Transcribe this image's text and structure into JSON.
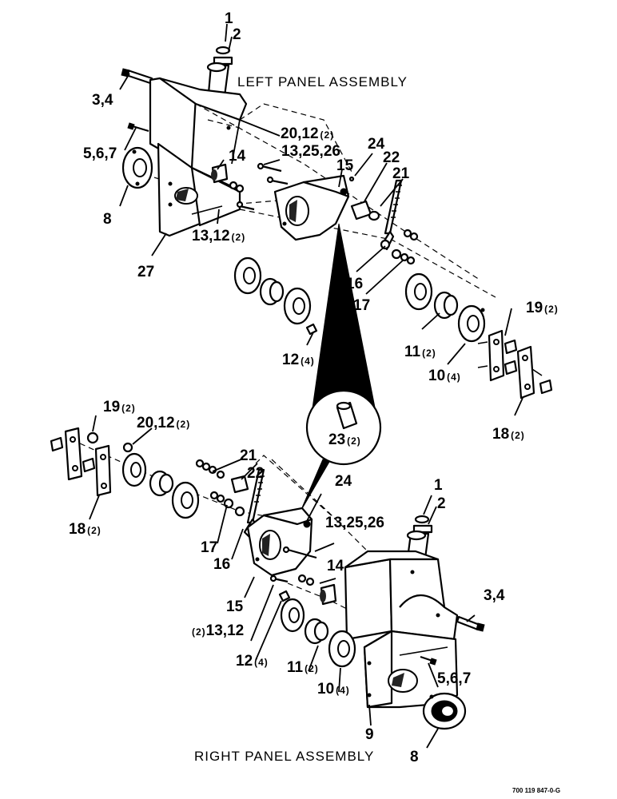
{
  "titles": {
    "top": "LEFT PANEL ASSEMBLY",
    "bottom": "RIGHT PANEL ASSEMBLY"
  },
  "drawing_code": "700 119 847-0-G",
  "labels": {
    "t1": {
      "text": "1",
      "qty": ""
    },
    "t2": {
      "text": "2",
      "qty": ""
    },
    "t34": {
      "text": "3,4",
      "qty": ""
    },
    "t567": {
      "text": "5,6,7",
      "qty": ""
    },
    "t8": {
      "text": "8",
      "qty": ""
    },
    "t27": {
      "text": "27",
      "qty": ""
    },
    "t14": {
      "text": "14",
      "qty": ""
    },
    "t2012": {
      "text": "20,12",
      "qty": "(2)"
    },
    "t132526": {
      "text": "13,25,26",
      "qty": ""
    },
    "t24": {
      "text": "24",
      "qty": ""
    },
    "t22": {
      "text": "22",
      "qty": ""
    },
    "t15": {
      "text": "15",
      "qty": ""
    },
    "t21": {
      "text": "21",
      "qty": ""
    },
    "t1312": {
      "text": "13,12",
      "qty": "(2)"
    },
    "t16": {
      "text": "16",
      "qty": ""
    },
    "t17": {
      "text": "17",
      "qty": ""
    },
    "t19": {
      "text": "19",
      "qty": "(2)"
    },
    "t11": {
      "text": "11",
      "qty": "(2)"
    },
    "t12": {
      "text": "12",
      "qty": "(4)"
    },
    "t10": {
      "text": "10",
      "qty": "(4)"
    },
    "t18": {
      "text": "18",
      "qty": "(2)"
    },
    "t23": {
      "text": "23",
      "qty": "(2)"
    },
    "b19": {
      "text": "19",
      "qty": "(2)"
    },
    "b2012": {
      "text": "20,12",
      "qty": "(2)"
    },
    "b21": {
      "text": "21",
      "qty": ""
    },
    "b22": {
      "text": "22",
      "qty": ""
    },
    "b1": {
      "text": "1",
      "qty": ""
    },
    "b2": {
      "text": "2",
      "qty": ""
    },
    "b24": {
      "text": "24",
      "qty": ""
    },
    "b132526": {
      "text": "13,25,26",
      "qty": ""
    },
    "b18": {
      "text": "18",
      "qty": "(2)"
    },
    "b17": {
      "text": "17",
      "qty": ""
    },
    "b16": {
      "text": "16",
      "qty": ""
    },
    "b14": {
      "text": "14",
      "qty": ""
    },
    "b34": {
      "text": "3,4",
      "qty": ""
    },
    "b15": {
      "text": "15",
      "qty": ""
    },
    "b1312": {
      "text": "13,12",
      "qty": "(2)"
    },
    "b12": {
      "text": "12",
      "qty": "(4)"
    },
    "b11": {
      "text": "11",
      "qty": "(2)"
    },
    "b10": {
      "text": "10",
      "qty": "(4)"
    },
    "b567": {
      "text": "5,6,7",
      "qty": ""
    },
    "b9": {
      "text": "9",
      "qty": ""
    },
    "b8": {
      "text": "8",
      "qty": ""
    }
  }
}
